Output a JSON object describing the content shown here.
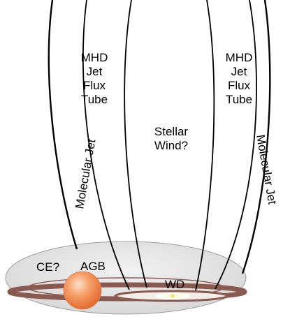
{
  "labels": {
    "mhd_left": [
      "MHD",
      "Jet",
      "Flux",
      "Tube"
    ],
    "mhd_right": [
      "MHD",
      "Jet",
      "Flux",
      "Tube"
    ],
    "stellar_wind": [
      "Stellar",
      "Wind?"
    ],
    "molecular_jet_left": "Molecular Jet",
    "molecular_jet_right": "Molecular Jet",
    "ce": "CE?",
    "agb": "AGB",
    "wd": "WD"
  },
  "colors": {
    "envelope_fill": "#e8e8e8",
    "envelope_stroke": "#a0a0a0",
    "disk_band": "#8a5a50",
    "disk_highlight": "#f2ece8",
    "agb_star": "#f08a4c",
    "wd_glow": "#f6f0cc",
    "line": "#000000"
  }
}
